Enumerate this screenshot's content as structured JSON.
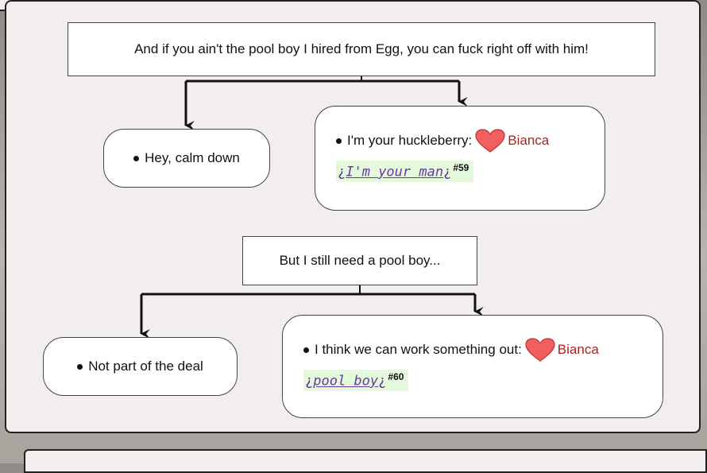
{
  "nodes": {
    "prompt1": "And if you ain't the pool boy I hired from Egg, you can fuck right off with him!",
    "choice1": "Hey, calm down",
    "choice2": {
      "text": "I'm your huckleberry:",
      "character": "Bianca",
      "open_mark": "¿",
      "link": "I'm your man",
      "close_mark": "¿",
      "ref": "#59"
    },
    "prompt2": "But I still need a pool boy...",
    "choice3": "Not part of the deal",
    "choice4": {
      "text": "I think we can work something out:",
      "character": "Bianca",
      "open_mark": "¿",
      "link": "pool boy",
      "close_mark": "¿",
      "ref": "#60"
    }
  },
  "colors": {
    "heart": "#f06060",
    "character": "#a8231d",
    "link": "#6a3aa2",
    "highlight": "#e4f8dc"
  },
  "icons": [
    "heart-icon",
    "arrow-down-icon"
  ]
}
